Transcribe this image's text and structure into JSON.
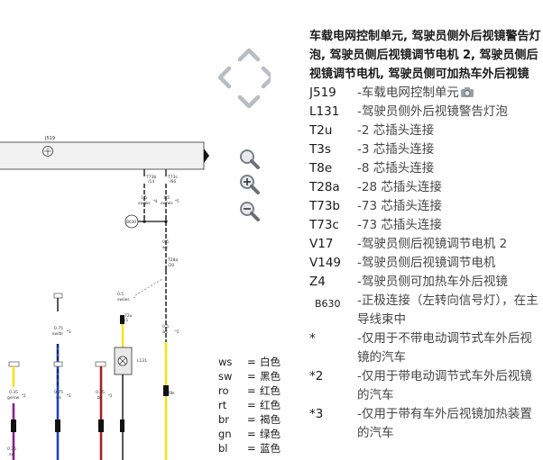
{
  "diagram": {
    "labels": {
      "j519": "J519",
      "t73b": "T73b",
      "t73b_pin": "/14",
      "t73c": "T73c",
      "t73c_pin": "/66",
      "wire_15_a": "1.5",
      "wire_sw_ws_a": "sw/ws",
      "note_a": "*4",
      "wire_15_b": "1.5",
      "wire_sw_ws_b": "sw/ws",
      "note_b": "*5",
      "b630": "B630",
      "wire_05_ws": "0.5",
      "wire_ws": "ws",
      "t28a": "T28a",
      "t28a_pin": "/20",
      "wire_05_sw_ws": "0.5",
      "wire_sw_ws_c": "sw/ws",
      "note_c": "*",
      "t2u": "T2u",
      "t2u_pin": "/1",
      "l131": "L131",
      "wire_05_ws_b": "0.5",
      "wire_ws_b": "ws",
      "note_d": "*2",
      "wire_075_sw_bl": "0.75",
      "wire_sw_bl": "sw/bl",
      "note_e": "*3",
      "wire_035_ge_sw": "0.35",
      "wire_ge_sw": "ge/sw",
      "note_f": "*2",
      "wire_075_ws": "0.75",
      "wire_ws_c": "ws",
      "note_g": "*2",
      "wire_035_br": "0.35",
      "wire_br": "br",
      "note_h": "*2",
      "wire_035_sw": "0.35",
      "wire_sw": "sw"
    }
  },
  "nav": {
    "up": "up-arrow",
    "down": "down-arrow",
    "left": "left-arrow",
    "right": "right-arrow",
    "zoom": "magnifier-icon",
    "zoom_in": "zoom-in-icon",
    "zoom_out": "zoom-out-icon"
  },
  "legend": [
    {
      "code": "ws",
      "eq": "=",
      "val": "白色"
    },
    {
      "code": "sw",
      "eq": "=",
      "val": "黑色"
    },
    {
      "code": "ro",
      "eq": "=",
      "val": "红色"
    },
    {
      "code": "rt",
      "eq": "=",
      "val": "红色"
    },
    {
      "code": "br",
      "eq": "=",
      "val": "褐色"
    },
    {
      "code": "gn",
      "eq": "=",
      "val": "绿色"
    },
    {
      "code": "bl",
      "eq": "=",
      "val": "蓝色"
    }
  ],
  "info": {
    "title": "车载电网控制单元, 驾驶员侧外后视镜警告灯泡, 驾驶员侧后视镜调节电机 2, 驾驶员侧后视镜调节电机, 驾驶员侧可加热车外后视镜",
    "parts": [
      {
        "code": "J519",
        "desc": "-车载电网控制单元",
        "camera": true
      },
      {
        "code": "L131",
        "desc": "-驾驶员侧外后视镜警告灯泡"
      },
      {
        "code": "T2u",
        "desc": "-2 芯插头连接"
      },
      {
        "code": "T3s",
        "desc": "-3 芯插头连接"
      },
      {
        "code": "T8e",
        "desc": "-8 芯插头连接"
      },
      {
        "code": "T28a",
        "desc": "-28 芯插头连接"
      },
      {
        "code": "T73b",
        "desc": "-73 芯插头连接"
      },
      {
        "code": "T73c",
        "desc": "-73 芯插头连接"
      },
      {
        "code": "V17",
        "desc": "-驾驶员侧后视镜调节电机 2"
      },
      {
        "code": "V149",
        "desc": "-驾驶员侧后视镜调节电机"
      },
      {
        "code": "Z4",
        "desc": "-驾驶员侧可加热车外后视镜"
      },
      {
        "code": "B630",
        "desc": "-正极连接（左转向信号灯），在主导线束中",
        "small": true
      },
      {
        "code": "*",
        "desc": "-仅用于不带电动调节式车外后视镜的汽车"
      },
      {
        "code": "*2",
        "desc": "-仅用于带电动调节式车外后视镜的汽车"
      },
      {
        "code": "*3",
        "desc": "-仅用于带有车外后视镜加热装置的汽车"
      }
    ]
  }
}
